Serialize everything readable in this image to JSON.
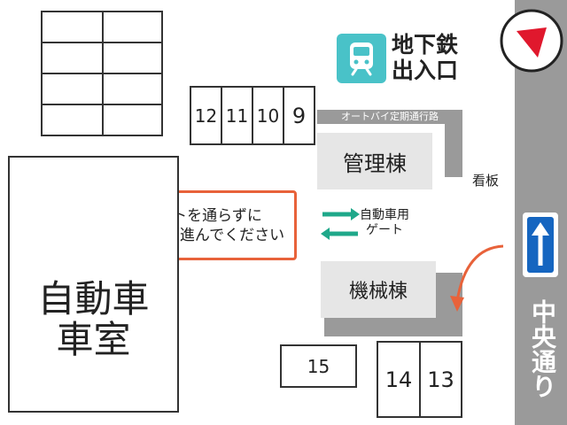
{
  "subway": {
    "line1": "地下鉄",
    "line2": "出入口"
  },
  "motorbike_path": "オートバイ定期通行路",
  "management_building": "管理棟",
  "machine_building": "機械棟",
  "signboard": "看板",
  "gate": {
    "line1": "自動車用",
    "line2": "ゲート"
  },
  "notice": {
    "line1": "ゲートを通らずに",
    "line2": "車室まで進んでください"
  },
  "garage": {
    "line1": "自動車",
    "line2": "車室"
  },
  "main_street": "中央通り",
  "parking_top": [
    "12",
    "11",
    "10",
    "9"
  ],
  "parking_15": "15",
  "parking_bottom": [
    "14",
    "13"
  ],
  "colors": {
    "accent_orange": "#e8623a",
    "arrow_green": "#1fa88a",
    "subway_teal": "#49c2c8",
    "road_gray": "#9a9a9a",
    "compass_red": "#e0182d",
    "sign_blue": "#1565c0"
  }
}
